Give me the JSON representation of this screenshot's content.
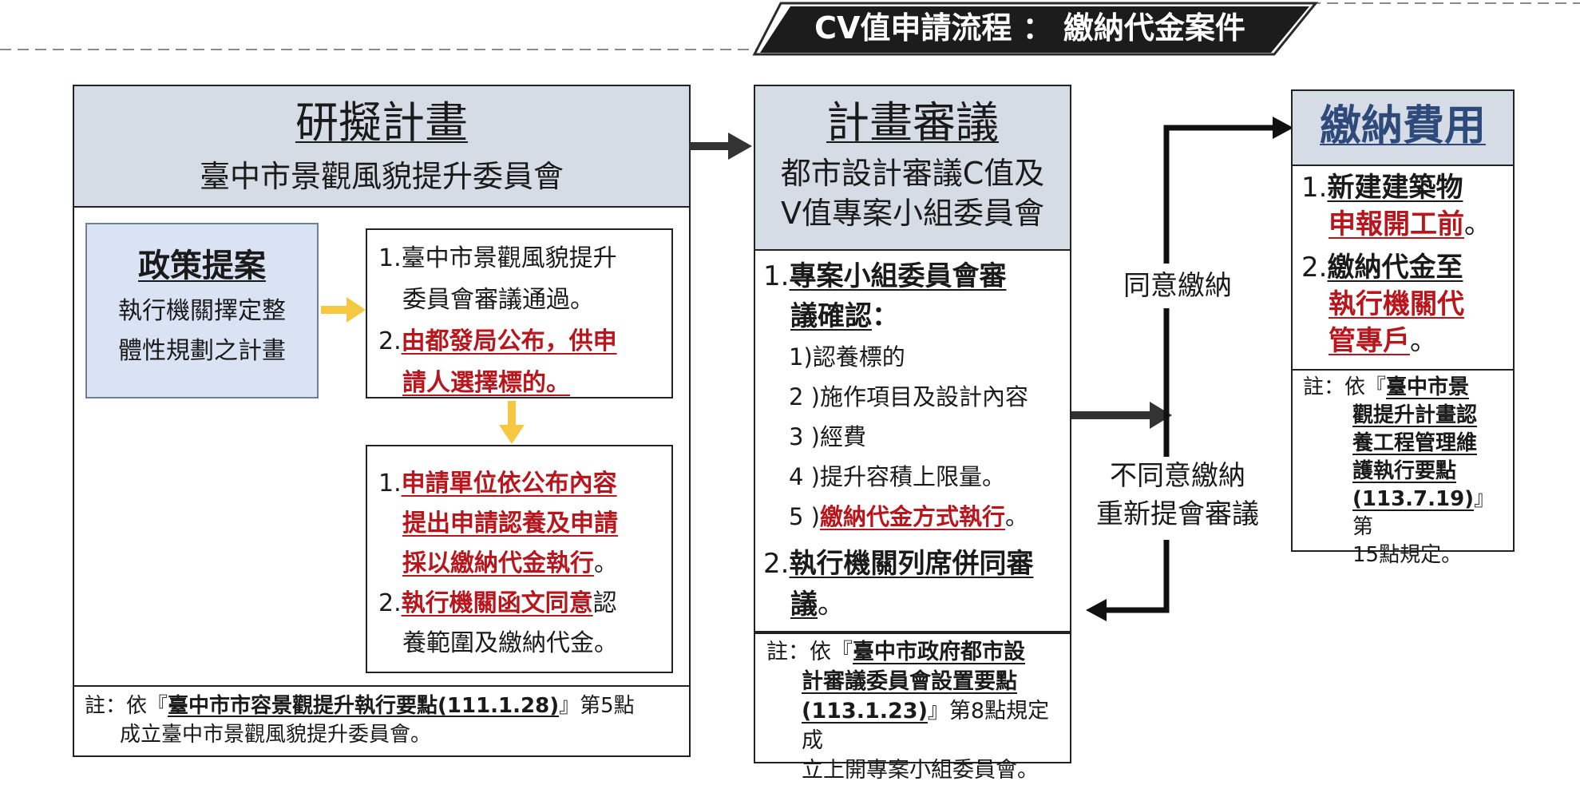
{
  "title": "CV值申請流程 ： 繳納代金案件",
  "col1": {
    "heading": "研擬計畫",
    "subheading": "臺中市景觀風貌提升委員會",
    "policy": {
      "title": "政策提案",
      "line1": "執行機關擇定整",
      "line2": "體性規劃之計畫"
    },
    "box1": {
      "n1": "1.",
      "i1a": "臺中市景觀風貌提升",
      "i1b": "委員會審議通過。",
      "n2": "2.",
      "i2a": "由都發局公布，供申",
      "i2b": "請人選擇標的。"
    },
    "box2": {
      "n1": "1.",
      "i1a": "申請單位依公布內容",
      "i1b": "提出申請認養及申請",
      "i1c": "採以繳納代金執行",
      "i1c_end": "。",
      "n2": "2.",
      "i2a_red": "執行機關函文同意",
      "i2a_end": "認",
      "i2b": "養範圍及繳納代金。"
    },
    "note": {
      "prefix": "註：依『",
      "ref": "臺中市市容景觀提升執行要點(111.1.28)",
      "suffix": "』第5點",
      "line2": "成立臺中市景觀風貌提升委員會。"
    }
  },
  "col2": {
    "heading": "計畫審議",
    "sub1": "都市設計審議C值及",
    "sub2": "V值專案小組委員會",
    "n1": "1.",
    "i1a": "專案小組委員會審",
    "i1b": "議確認",
    "i1b_end": "：",
    "s1": "1)認養標的",
    "s2": "2 )施作項目及設計內容",
    "s3": "3 )經費",
    "s4": "4 )提升容積上限量。",
    "s5_num": "5 )",
    "s5_red": "繳納代金方式執行",
    "s5_end": "。",
    "n2": "2.",
    "i2a": "執行機關列席併同審",
    "i2b": "議",
    "i2b_end": "。",
    "note": {
      "prefix": "註：依『",
      "ref1": "臺中市政府都市設",
      "ref2": "計審議委員會設置要點",
      "ref3": "(113.1.23)",
      "suffix": "』第8點規定成",
      "line4": "立上開專案小組委員會。"
    }
  },
  "arrows": {
    "agree": "同意繳納",
    "disagree1": "不同意繳納",
    "disagree2": "重新提會審議"
  },
  "col3": {
    "heading": "繳納費用",
    "n1": "1.",
    "i1a": "新建建築物",
    "i1b": "申報開工前",
    "i1b_end": "。",
    "n2": "2.",
    "i2a": "繳納代金至",
    "i2b": "執行機關代",
    "i2c": "管專戶",
    "i2c_end": "。",
    "note": {
      "prefix": "註：依『",
      "ref1": "臺中市景",
      "ref2": "觀提升計畫認",
      "ref3": "養工程管理維",
      "ref4": "護執行要點",
      "ref5": "(113.7.19)",
      "suffix": "』第",
      "line7": "15點規定。"
    }
  },
  "colors": {
    "header_fill": "#d6dce5",
    "policy_fill": "#dae3f3",
    "accent_red": "#b8161c",
    "arrow_yellow": "#f5c842",
    "arrow_dark": "#333333",
    "title_bar": "#1c1c1c",
    "col3_heading": "#2e4a7a"
  }
}
